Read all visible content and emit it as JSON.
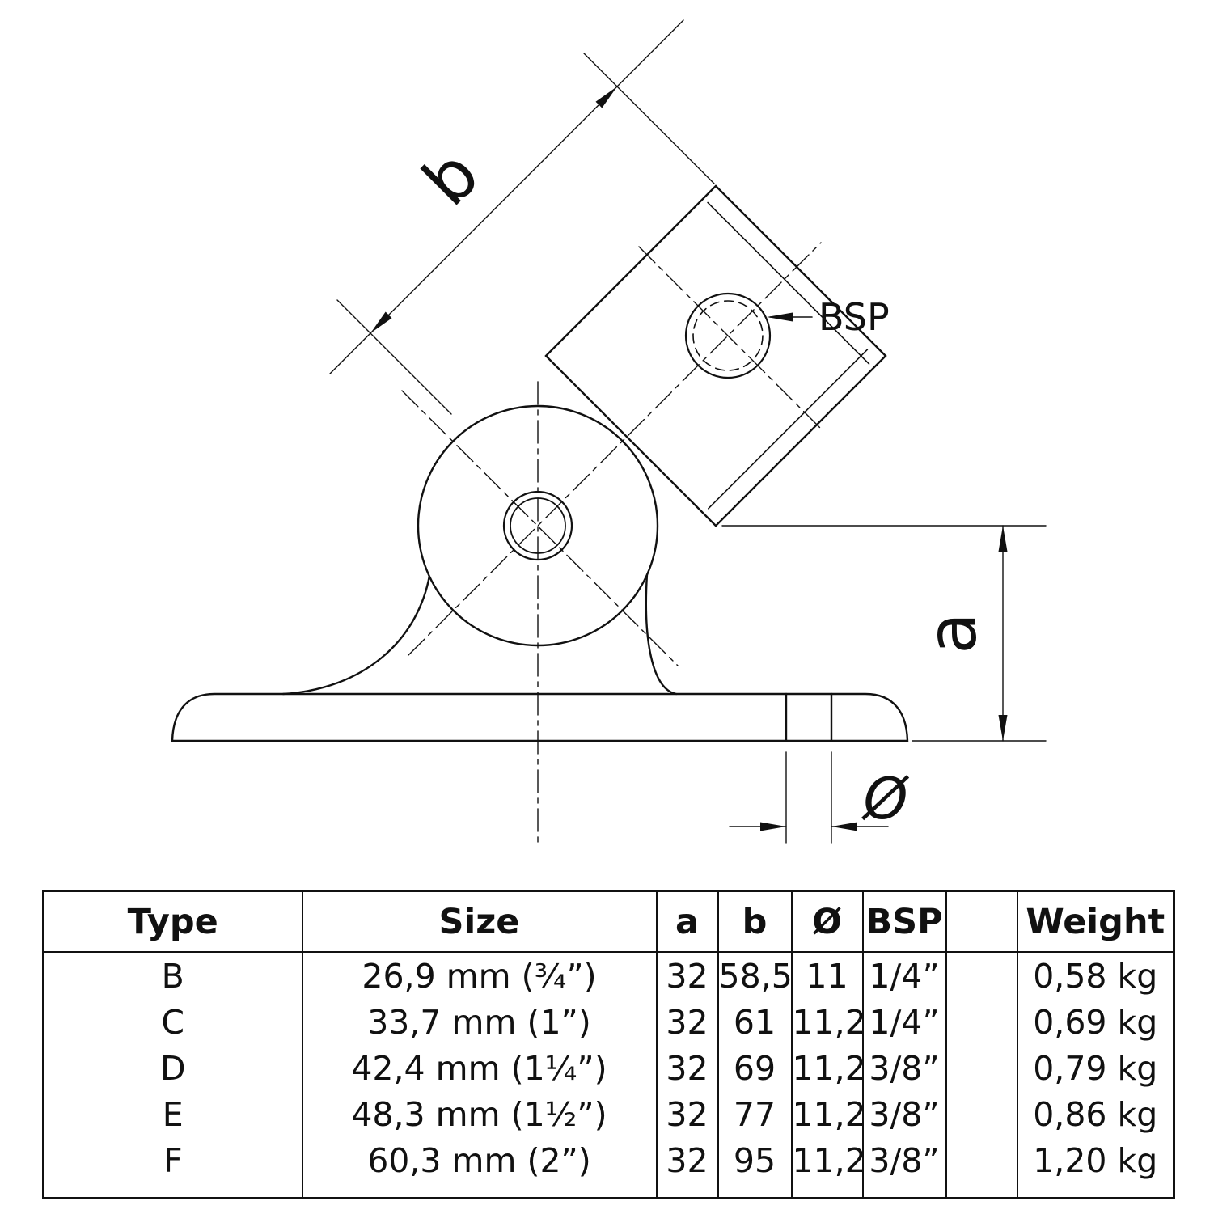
{
  "drawing": {
    "dim_b_label": "b",
    "dim_a_label": "a",
    "diameter_label": "Ø",
    "bsp_label": "BSP"
  },
  "table": {
    "headers": [
      "Type",
      "Size",
      "a",
      "b",
      "Ø",
      "BSP",
      "",
      "Weight"
    ],
    "rows": [
      {
        "type": "B",
        "size": "26,9 mm (¾”)",
        "a": "32",
        "b": "58,5",
        "diameter": "11",
        "bsp": "1/4”",
        "spare": "",
        "weight": "0,58 kg"
      },
      {
        "type": "C",
        "size": "33,7 mm (1”)",
        "a": "32",
        "b": "61",
        "diameter": "11,2",
        "bsp": "1/4”",
        "spare": "",
        "weight": "0,69 kg"
      },
      {
        "type": "D",
        "size": "42,4 mm (1¼”)",
        "a": "32",
        "b": "69",
        "diameter": "11,2",
        "bsp": "3/8”",
        "spare": "",
        "weight": "0,79 kg"
      },
      {
        "type": "E",
        "size": "48,3 mm (1½”)",
        "a": "32",
        "b": "77",
        "diameter": "11,2",
        "bsp": "3/8”",
        "spare": "",
        "weight": "0,86 kg"
      },
      {
        "type": "F",
        "size": "60,3 mm (2”)",
        "a": "32",
        "b": "95",
        "diameter": "11,2",
        "bsp": "3/8”",
        "spare": "",
        "weight": "1,20 kg"
      }
    ]
  }
}
